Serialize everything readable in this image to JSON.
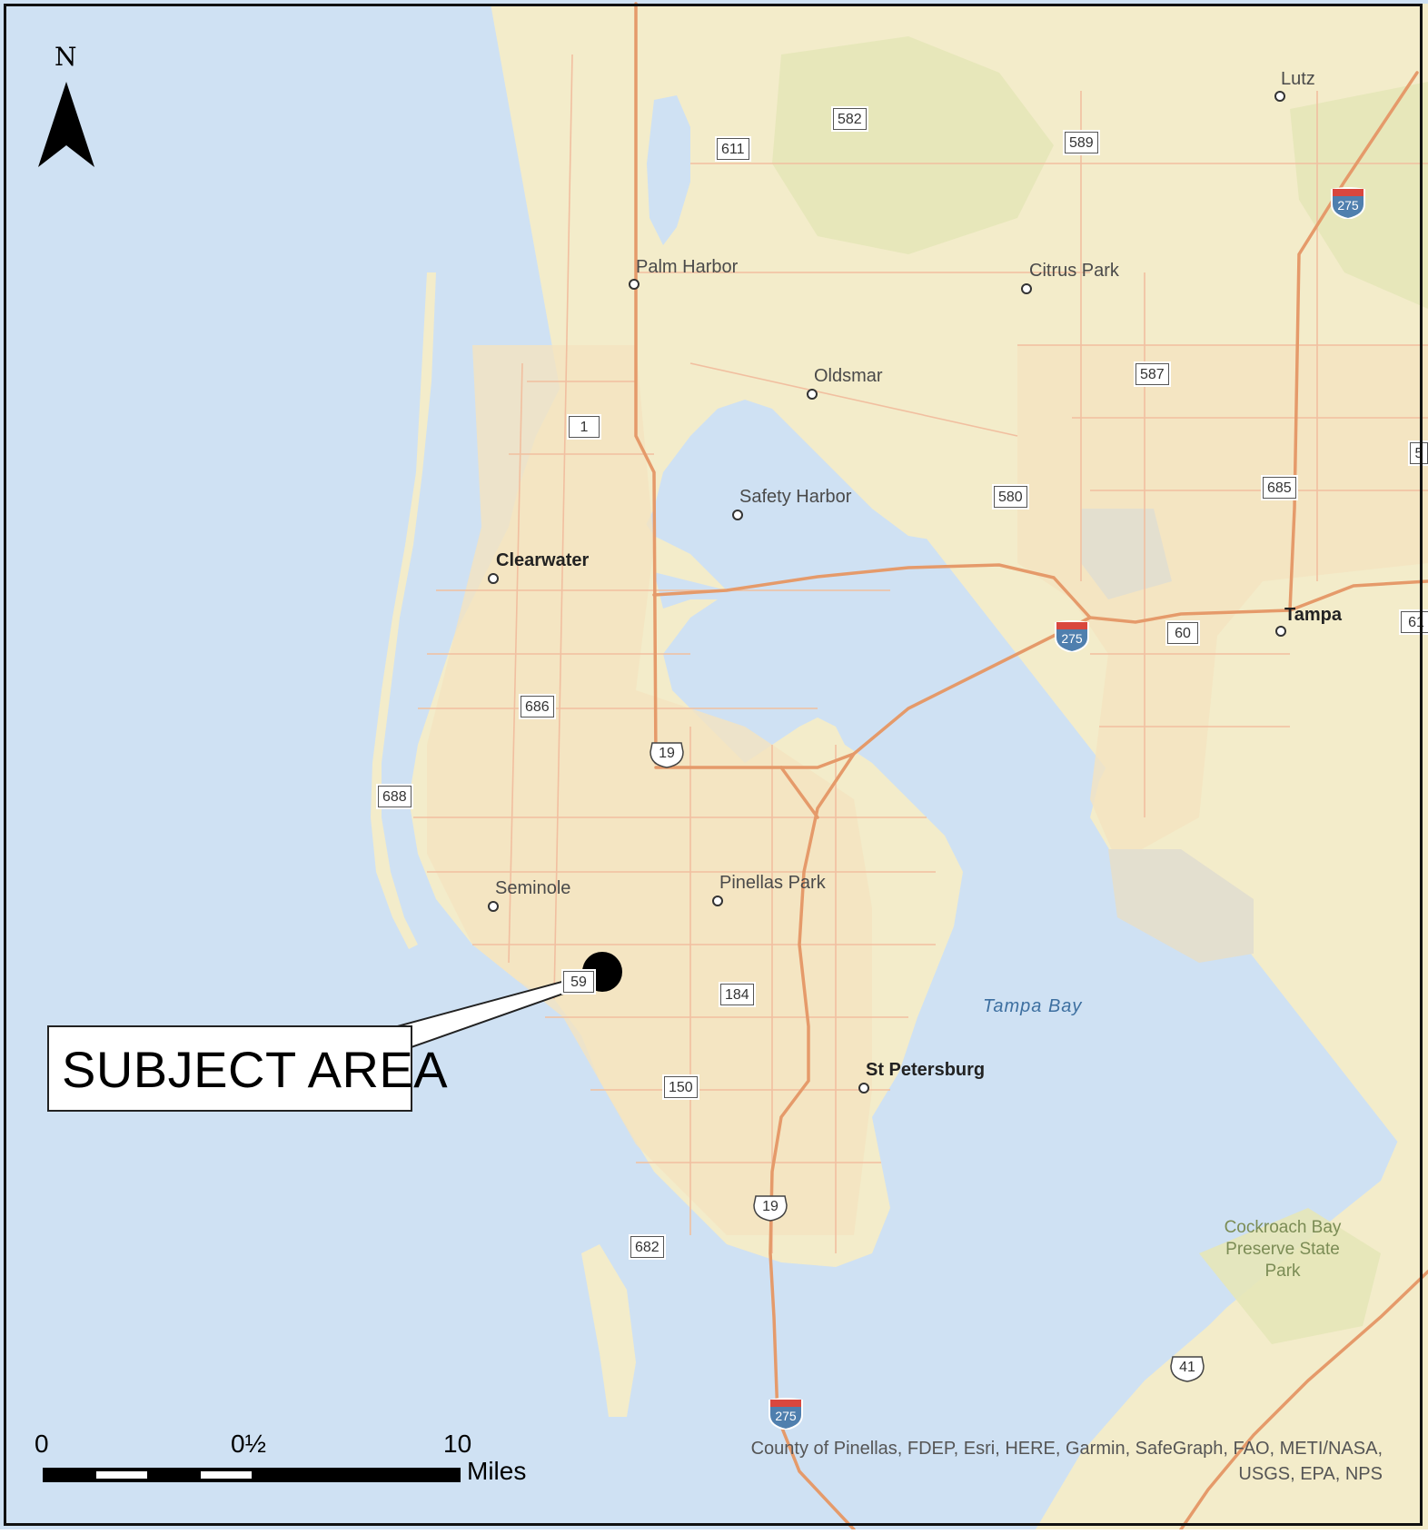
{
  "map": {
    "north_label": "N",
    "places": {
      "lutz": "Lutz",
      "palm_harbor": "Palm Harbor",
      "citrus_park": "Citrus Park",
      "oldsmar": "Oldsmar",
      "safety_harbor": "Safety Harbor",
      "clearwater": "Clearwater",
      "tampa": "Tampa",
      "seminole": "Seminole",
      "pinellas_park": "Pinellas Park",
      "st_petersburg": "St Petersburg",
      "tampa_bay": "Tampa Bay",
      "cockroach_bay": "Cockroach Bay Preserve State Park"
    },
    "shields": {
      "r582": "582",
      "r611": "611",
      "r589": "589",
      "r587": "587",
      "r1": "1",
      "r580": "580",
      "r685": "685",
      "r60": "60",
      "r686": "686",
      "r688": "688",
      "r184": "184",
      "r150": "150",
      "r682": "682",
      "r59x": "59",
      "r61x": "61",
      "r5x": "5"
    },
    "interstates": {
      "i275": "275"
    },
    "us_routes": {
      "us19": "19",
      "us41": "41"
    },
    "callout": "SUBJECT AREA",
    "scale": {
      "zero": "0",
      "half": "0½",
      "ten": "10",
      "unit": "Miles"
    },
    "credit": "County of Pinellas, FDEP, Esri, HERE, Garmin, SafeGraph, FAO, METI/NASA, USGS, EPA, NPS",
    "colors": {
      "water": "#cfe1f3",
      "land": "#f3ecca",
      "urban": "#f4e4c1",
      "green": "#e6e7b8",
      "major_road": "#e59a6a",
      "minor_road": "#f1bfa0"
    }
  }
}
